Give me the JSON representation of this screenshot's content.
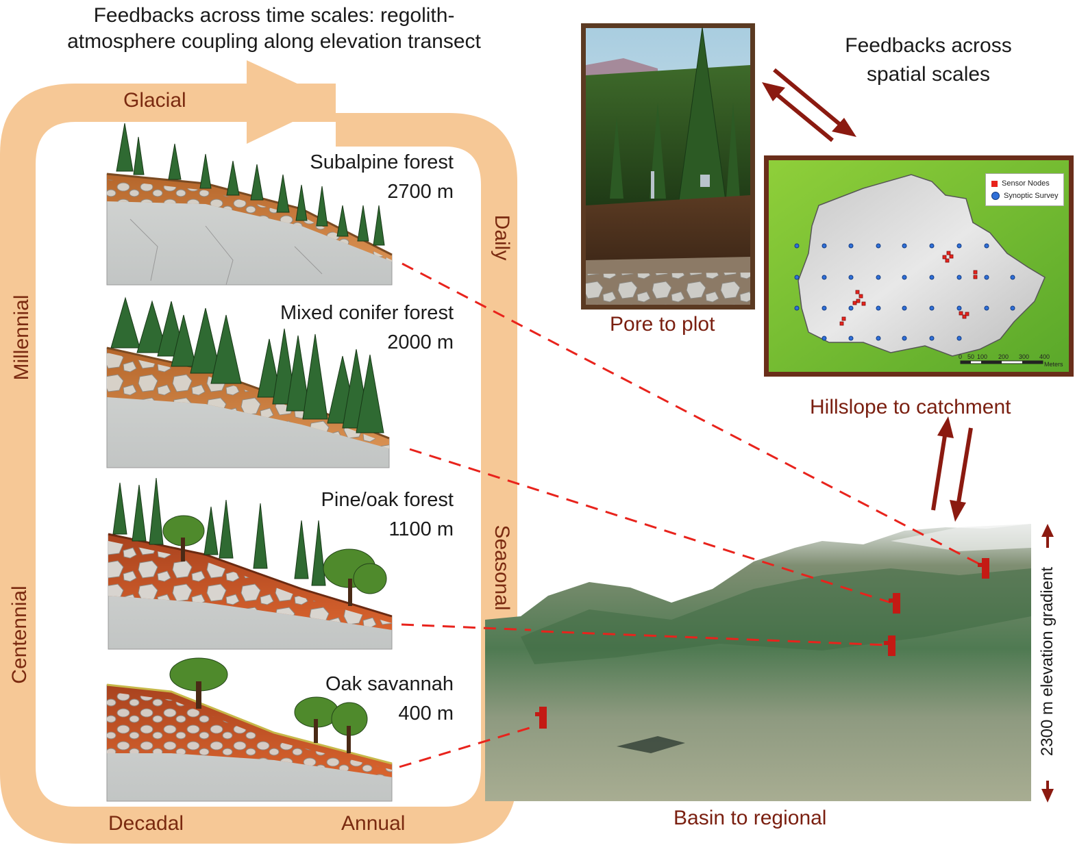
{
  "title": {
    "line1": "Feedbacks across time scales: regolith-",
    "line2": "atmosphere coupling along elevation transect"
  },
  "time_scales": {
    "glacial": "Glacial",
    "millennial": "Millennial",
    "centennial": "Centennial",
    "decadal": "Decadal",
    "annual": "Annual",
    "seasonal": "Seasonal",
    "daily": "Daily"
  },
  "ecosystems": [
    {
      "name": "Subalpine forest",
      "elevation": "2700 m"
    },
    {
      "name": "Mixed conifer forest",
      "elevation": "2000 m"
    },
    {
      "name": "Pine/oak forest",
      "elevation": "1100 m"
    },
    {
      "name": "Oak savannah",
      "elevation": "400 m"
    }
  ],
  "spatial": {
    "title_line1": "Feedbacks across",
    "title_line2": "spatial scales",
    "pore_to_plot": "Pore to plot",
    "hillslope_to_catchment": "Hillslope to catchment",
    "basin_to_regional": "Basin to regional",
    "elevation_gradient": "2300 m elevation gradient"
  },
  "map": {
    "legend": {
      "sensor_nodes": "Sensor Nodes",
      "synoptic_survey": "Synoptic Survey"
    },
    "scale_ticks": [
      "0",
      "50",
      "100",
      "200",
      "300",
      "400"
    ],
    "scale_unit": "Meters"
  },
  "colors": {
    "loop": "#f6c896",
    "dark_red": "#8b1a10",
    "dashed": "#e8231c",
    "label_brown": "#7a2a10"
  }
}
